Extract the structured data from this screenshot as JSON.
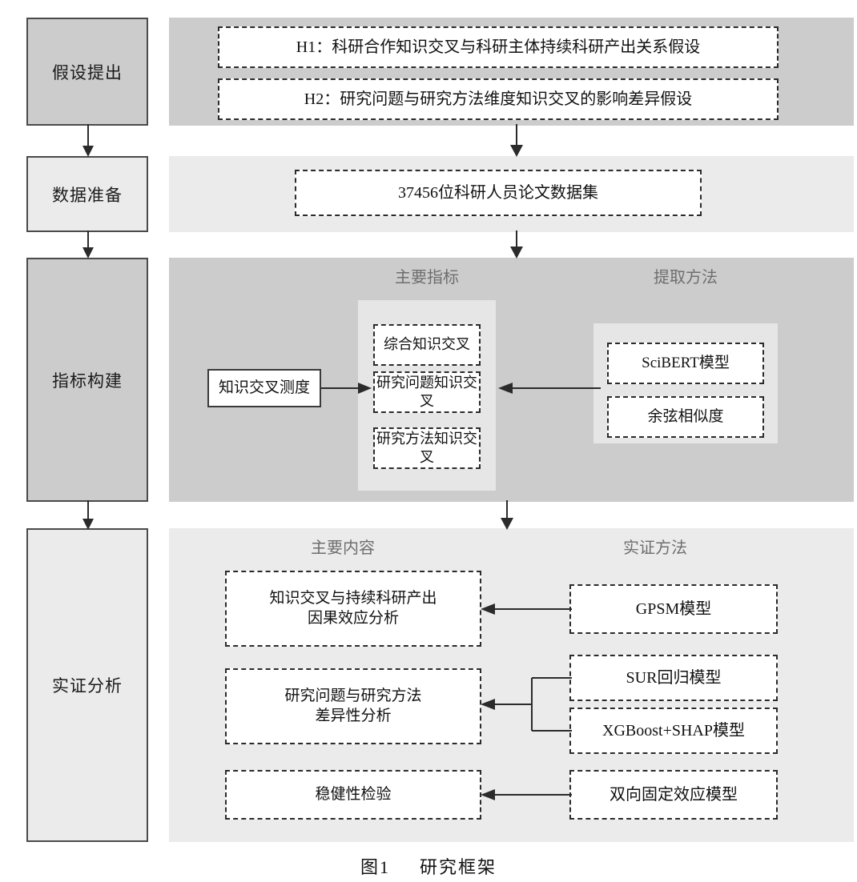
{
  "figure": {
    "caption_label": "图1",
    "caption_title": "研究框架"
  },
  "stages": [
    {
      "id": "hypothesis",
      "label": "假设提出"
    },
    {
      "id": "data",
      "label": "数据准备"
    },
    {
      "id": "indicator",
      "label": "指标构建"
    },
    {
      "id": "empirical",
      "label": "实证分析"
    }
  ],
  "hypothesis_panel": {
    "items": [
      {
        "label": "H1：科研合作知识交叉与科研主体持续科研产出关系假设"
      },
      {
        "label": "H2：研究问题与研究方法维度知识交叉的影响差异假设"
      }
    ]
  },
  "data_panel": {
    "items": [
      {
        "label": "37456位科研人员论文数据集"
      }
    ]
  },
  "indicator_panel": {
    "column_titles": {
      "main": "主要指标",
      "method": "提取方法"
    },
    "measure_box": {
      "label": "知识交叉测度"
    },
    "main_indicators": [
      {
        "label": "综合知识交叉"
      },
      {
        "label": "研究问题知识交叉"
      },
      {
        "label": "研究方法知识交叉"
      }
    ],
    "extraction_methods": [
      {
        "label": "SciBERT模型"
      },
      {
        "label": "余弦相似度"
      }
    ]
  },
  "empirical_panel": {
    "column_titles": {
      "content": "主要内容",
      "method": "实证方法"
    },
    "contents": [
      {
        "label_line1": "知识交叉与持续科研产出",
        "label_line2": "因果效应分析"
      },
      {
        "label_line1": "研究问题与研究方法",
        "label_line2": "差异性分析"
      },
      {
        "label_line1": "稳健性检验",
        "label_line2": ""
      }
    ],
    "methods": [
      {
        "label": "GPSM模型"
      },
      {
        "label": "SUR回归模型"
      },
      {
        "label": "XGBoost+SHAP模型"
      },
      {
        "label": "双向固定效应模型"
      }
    ]
  },
  "colors": {
    "panel_dark": "#cccccc",
    "panel_light": "#ebebeb",
    "subpanel": "#e6e6e6",
    "border": "#2b2b2b",
    "title_text": "#6e6e6e"
  }
}
